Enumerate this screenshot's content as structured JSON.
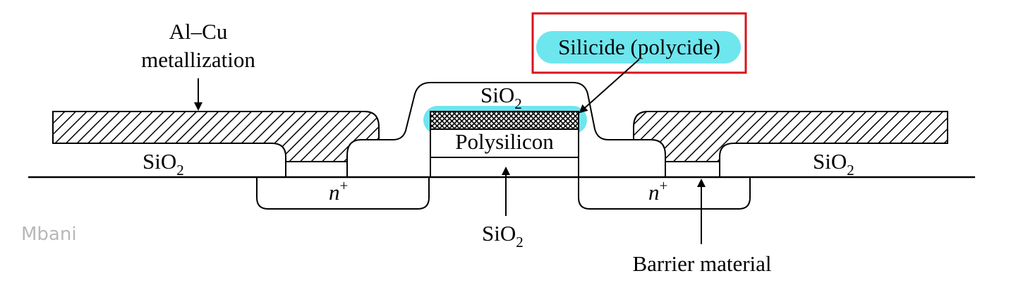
{
  "labels": {
    "metallization_line1": "Al–Cu",
    "metallization_line2": "metallization",
    "silicide": "Silicide (polycide)",
    "polysilicon": "Polysilicon",
    "oxide_base": "SiO",
    "oxide_subscript": "2",
    "n_plus_base": "n",
    "n_plus_superscript": "+",
    "barrier": "Barrier material"
  },
  "watermark": "Mbani",
  "colors": {
    "highlight": "#6ee6ee",
    "callout_box": "#d9141b",
    "line": "#000000"
  }
}
